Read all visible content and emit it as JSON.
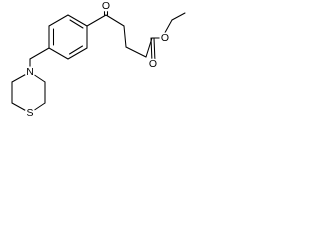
{
  "molecule": {
    "atoms": {
      "o_ketone": "O",
      "o_carbonyl_ester": "O",
      "o_ether_ester": "O",
      "n_ring": "N",
      "s_ring": "S"
    }
  },
  "colors": {
    "bond": "#000000",
    "label": "#000000",
    "background": "#ffffff"
  }
}
